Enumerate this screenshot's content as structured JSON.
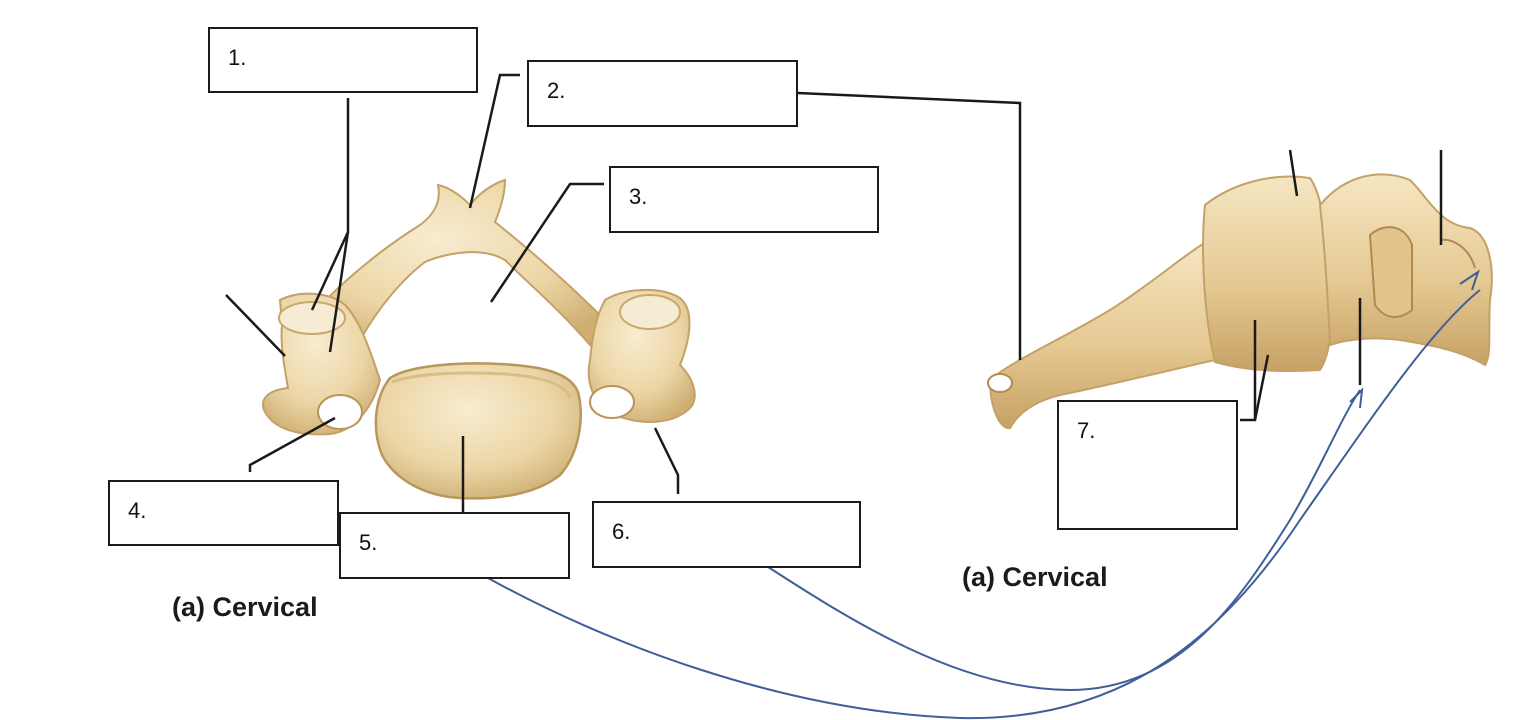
{
  "labels": {
    "l1": "1.",
    "l2": "2.",
    "l3": "3.",
    "l4": "4.",
    "l5": "5.",
    "l6": "6.",
    "l7": "7."
  },
  "captions": {
    "superior_view": "(a) Cervical",
    "lateral_view": "(a) Cervical"
  },
  "colors": {
    "bone": "#f1dfb7",
    "bone_shade": "#d9bd86",
    "bone_dark": "#b8975c",
    "leader_line": "#1a1a1a",
    "annotation_curve": "#3f5f9a"
  }
}
